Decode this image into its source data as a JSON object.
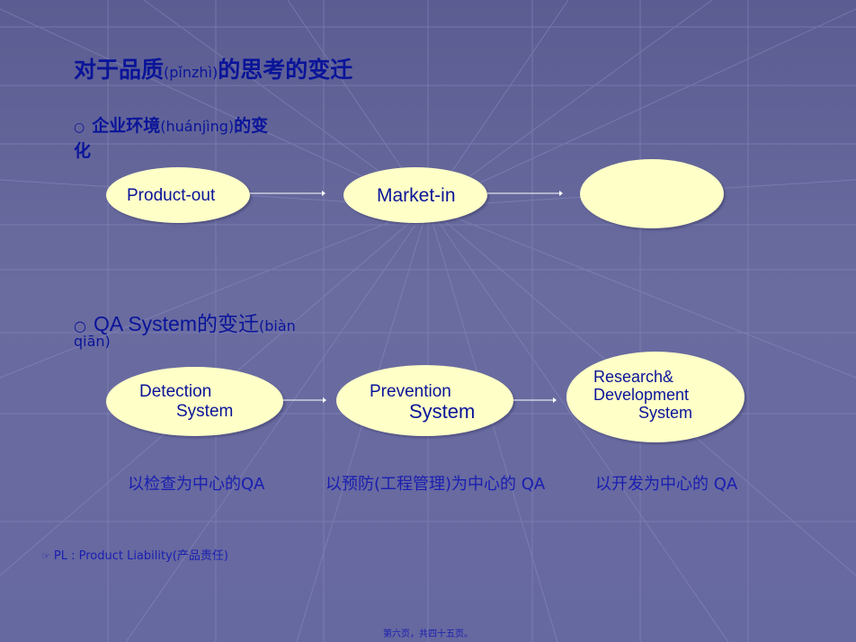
{
  "title": {
    "main": "对于品质",
    "pinyin": "(pǐnzhì)",
    "rest": "的思考的变迁"
  },
  "bullet1": {
    "mark": "○",
    "text_a": "企业环境",
    "pinyin": "(huánjìng)",
    "text_b": "的变",
    "text_c": "化"
  },
  "row1": {
    "ellipse1": "Product-out",
    "ellipse2": "Market-in",
    "ellipse3": ""
  },
  "bullet2": {
    "mark": "○",
    "text_a": "QA System的变迁",
    "pinyin_a": "(biàn",
    "pinyin_b": "qiān)"
  },
  "row2": {
    "ellipse1": {
      "line1": "Detection",
      "line2": "System"
    },
    "ellipse2": {
      "line1": "Prevention",
      "line2": "System"
    },
    "ellipse3": {
      "line1": "Research&",
      "line2": "Development",
      "line3": "System"
    }
  },
  "captions": [
    "以检查为中心的QA",
    "以预防(工程管理)为中心的 QA",
    "以开发为中心的 QA"
  ],
  "footnote": {
    "mark": "☞",
    "text": "PL : Product Liability(产品责任)"
  },
  "page_number": "第六页，共四十五页。",
  "colors": {
    "background": "#6668a0",
    "ellipse_fill": "#ffffc8",
    "text_blue": "#0a1499"
  }
}
